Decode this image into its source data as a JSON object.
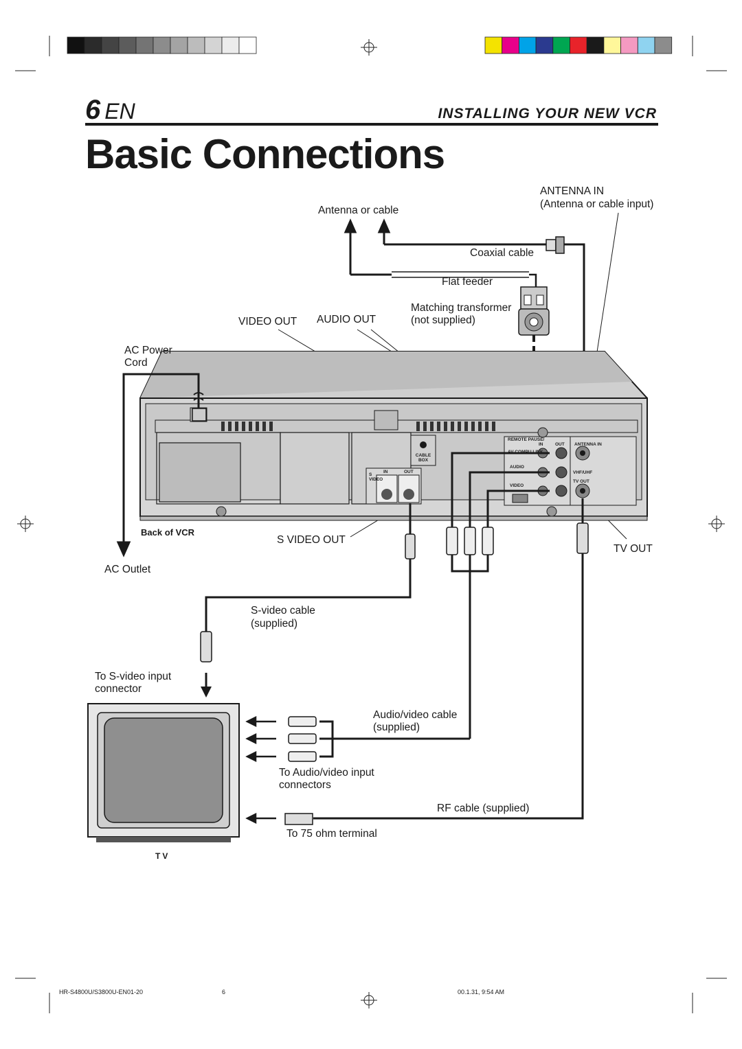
{
  "header": {
    "page_number": "6",
    "page_lang": "EN",
    "section_title": "INSTALLING YOUR NEW VCR",
    "page_title": "Basic Connections"
  },
  "labels": {
    "antenna_or_cable": "Antenna or cable",
    "antenna_in": "ANTENNA IN",
    "antenna_in_sub": "(Antenna or cable input)",
    "coaxial_cable": "Coaxial cable",
    "flat_feeder": "Flat feeder",
    "matching_transformer_1": "Matching transformer",
    "matching_transformer_2": "(not supplied)",
    "video_out": "VIDEO  OUT",
    "audio_out": "AUDIO  OUT",
    "ac_power_1": "AC Power",
    "ac_power_2": "Cord",
    "back_of_vcr": "Back of VCR",
    "s_video_out": "S VIDEO OUT",
    "tv_out": "TV  OUT",
    "ac_outlet": "AC Outlet",
    "s_video_cable_1": "S-video cable",
    "s_video_cable_2": "(supplied)",
    "to_s_video_1": "To  S-video  input",
    "to_s_video_2": "connector",
    "av_cable_1": "Audio/video cable",
    "av_cable_2": "(supplied)",
    "to_av_1": "To Audio/video input",
    "to_av_2": "connectors",
    "rf_cable": "RF cable (supplied)",
    "to_75": "To 75 ohm terminal",
    "tv": "TV"
  },
  "panel_labels": {
    "remote_pause": "REMOTE PAUSE/",
    "av_compu_link": "AV COMPU LINK",
    "audio": "AUDIO",
    "video": "VIDEO",
    "in": "IN",
    "out": "OUT",
    "antenna_in": "ANTENNA IN",
    "vhf_uhf": "VHF/UHF",
    "tv_out": "TV OUT",
    "cable_box": "CABLE BOX",
    "s_video_vert": "S VIDEO"
  },
  "footer": {
    "model": "HR-S4800U/S3800U-EN01-20",
    "page": "6",
    "timestamp": "00.1.31, 9:54 AM"
  },
  "colors": {
    "cal_gray": [
      "#111111",
      "#2b2b2b",
      "#444444",
      "#5c5c5c",
      "#747474",
      "#8c8c8c",
      "#a4a4a4",
      "#bcbcbc",
      "#d4d4d4",
      "#ececec",
      "#ffffff"
    ],
    "cal_color": [
      "#f4e300",
      "#e8008a",
      "#00a3e8",
      "#2b3a8f",
      "#00a651",
      "#e8232a",
      "#1a1a1a",
      "#fff79a",
      "#f49ac1",
      "#8fd3f0",
      "#8c8c8c"
    ]
  }
}
